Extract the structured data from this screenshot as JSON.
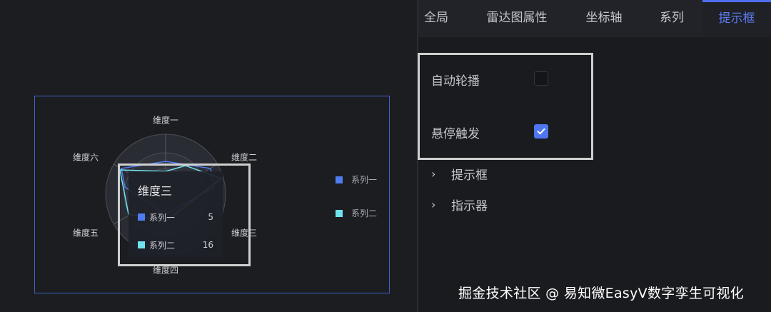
{
  "radar": {
    "dimensions": [
      "维度一",
      "维度二",
      "维度三",
      "维度四",
      "维度五",
      "维度六"
    ],
    "legend": [
      {
        "name": "系列一",
        "color": "#4f7cf0"
      },
      {
        "name": "系列二",
        "color": "#6fe3ee"
      }
    ]
  },
  "tooltip": {
    "title": "维度三",
    "rows": [
      {
        "name": "系列一",
        "value": "5",
        "color": "#4f7cf0"
      },
      {
        "name": "系列二",
        "value": "16",
        "color": "#6fe3ee"
      }
    ]
  },
  "tabs": [
    {
      "label": "全局"
    },
    {
      "label": "雷达图属性"
    },
    {
      "label": "坐标轴"
    },
    {
      "label": "系列"
    },
    {
      "label": "提示框",
      "active": true
    }
  ],
  "options": {
    "autoplay_label": "自动轮播",
    "autoplay_checked": false,
    "hover_label": "悬停触发",
    "hover_checked": true
  },
  "sections": [
    {
      "label": "提示框"
    },
    {
      "label": "指示器"
    }
  ],
  "watermark": "掘金技术社区 @ 易知微EasyV数字孪生可视化",
  "colors": {
    "accent": "#4f6ef0",
    "frame": "#3f63c7"
  }
}
